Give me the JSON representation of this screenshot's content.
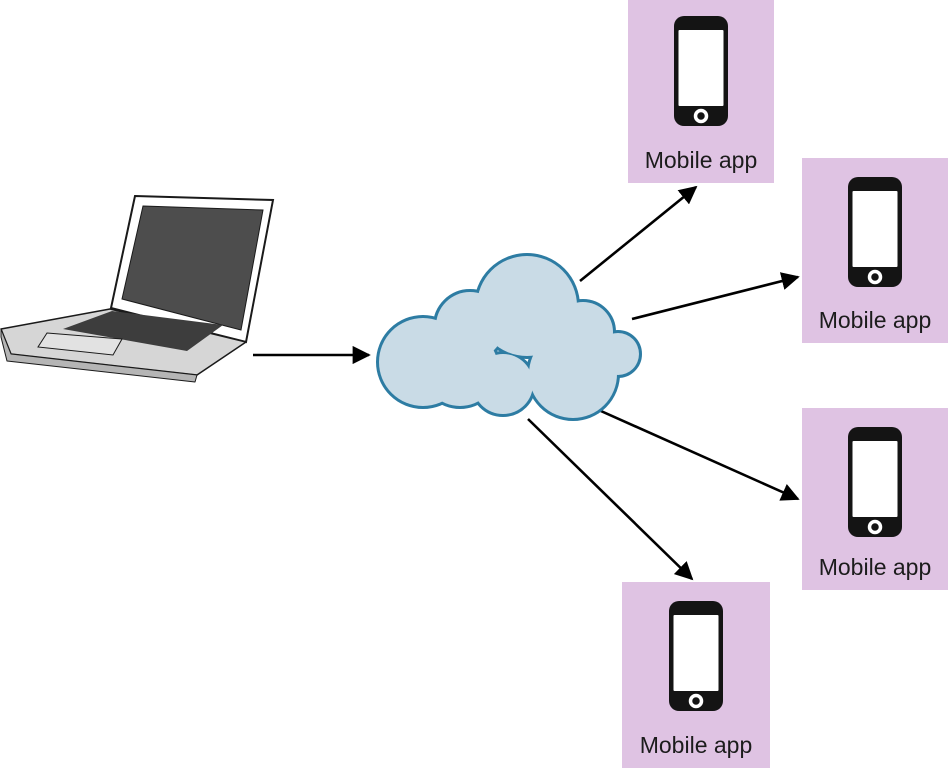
{
  "diagram": {
    "description": "A laptop sends data through a cloud to four mobile apps",
    "colors": {
      "box_fill": "#dfc3e3",
      "label_color": "#1c1c1c",
      "cloud_fill": "#c9dbe6",
      "cloud_stroke": "#2d7ca3",
      "arrow_color": "#000000",
      "phone_color": "#141414",
      "laptop_screen": "#4d4d4d",
      "laptop_body": "#d6d6d6",
      "laptop_edge": "#b5b5b5",
      "laptop_keyboard": "#3d3d3d",
      "laptop_touchpad": "#e2e2e2",
      "laptop_outline": "#1a1a1a"
    },
    "nodes": {
      "laptop": {
        "icon": "laptop-icon",
        "label": ""
      },
      "cloud": {
        "icon": "cloud-icon",
        "label": ""
      }
    },
    "apps": [
      {
        "label": "Mobile app",
        "icon": "smartphone-icon"
      },
      {
        "label": "Mobile app",
        "icon": "smartphone-icon"
      },
      {
        "label": "Mobile app",
        "icon": "smartphone-icon"
      },
      {
        "label": "Mobile app",
        "icon": "smartphone-icon"
      }
    ],
    "edges": [
      {
        "from": "laptop",
        "to": "cloud"
      },
      {
        "from": "cloud",
        "to": "mobile-app-1"
      },
      {
        "from": "cloud",
        "to": "mobile-app-2"
      },
      {
        "from": "cloud",
        "to": "mobile-app-3"
      },
      {
        "from": "cloud",
        "to": "mobile-app-4"
      }
    ]
  }
}
